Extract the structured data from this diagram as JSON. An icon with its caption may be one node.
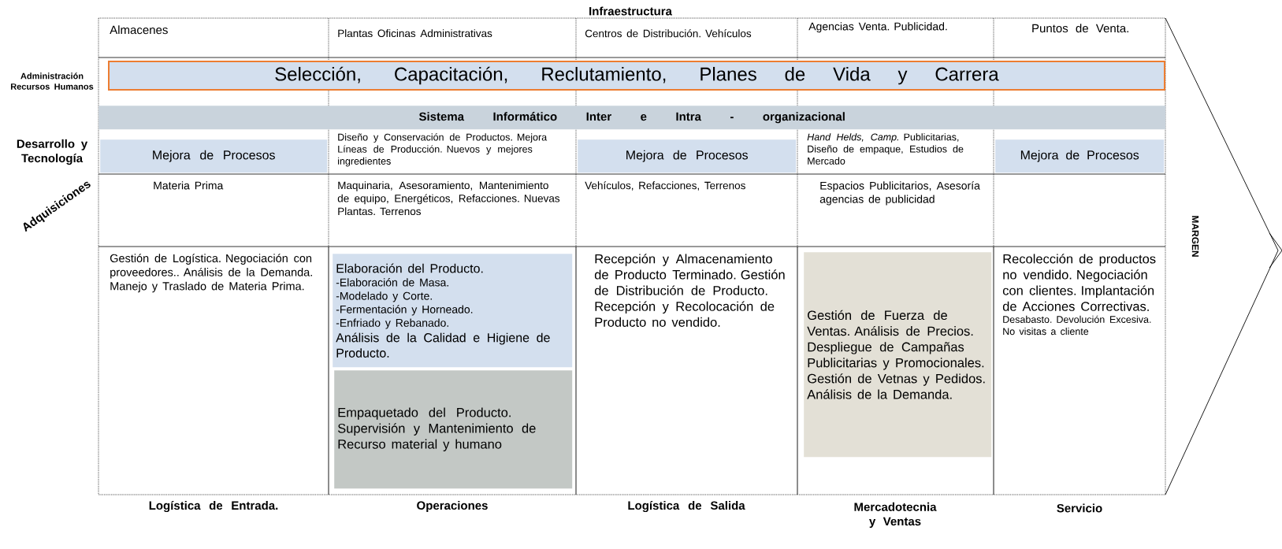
{
  "diagram": {
    "nodes": [
      {
        "text": [
          "Almacenes"
        ]
      },
      {
        "text": [
          "Plantas Oficinas Administrativas"
        ]
      },
      {
        "text": [
          "Centros de Distribución. Vehículos"
        ]
      },
      {
        "text": [
          "Agencias Venta. Publicidad."
        ]
      },
      {
        "text": [
          "Puntos de Venta."
        ]
      },
      {
        "text": [
          "Selección, Capacitación, Reclutamiento, Planes de Vida y Carrera"
        ]
      },
      {
        "text": [
          "Sistema Informático Inter e Intra - organizacional"
        ]
      },
      {
        "text": [
          "Mejora de Procesos"
        ]
      },
      {
        "text": [
          "Diseño y Conservación de Productos. Mejora Líneas de Producción. Nuevos y mejores ingredientes"
        ]
      },
      {
        "text": [
          "Mejora de Procesos"
        ]
      },
      {
        "text": [
          "*Hand Helds, Camp.* Publicitarias, Diseño de empaque, Estudios de Mercado"
        ]
      },
      {
        "text": [
          "Mejora de Procesos"
        ]
      },
      {
        "text": [
          "Materia Prima"
        ]
      },
      {
        "text": [
          "Maquinaria, Asesoramiento, Mantenimiento de equipo, Energéticos, Refacciones. Nuevas Plantas. Terrenos"
        ]
      },
      {
        "text": [
          "Vehículos, Refacciones, Terrenos"
        ]
      },
      {
        "text": [
          "Espacios Publicitarios, Asesoría agencias de publicidad"
        ]
      },
      {
        "text": [
          "Gestión de Logística. Negociación con proveedores.. Análisis de la Demanda. Manejo y Traslado de Materia Prima."
        ]
      },
      {
        "text": [
          "Elaboración del Producto.",
          "-Elaboración de Masa.",
          "-Modelado y Corte.",
          "-Fermentación y Horneado.",
          "-Enfriado y Rebanado.",
          "Análisis de la Calidad e Higiene de Producto."
        ]
      },
      {
        "text": [
          "Empaquetado del Producto. Supervisión y Mantenimiento de Recurso material y humano"
        ]
      },
      {
        "text": [
          "Recepción y Almacenamiento de Producto Terminado. Gestión de Distribución de Producto. Recepción y Recolocación de Producto no vendido."
        ]
      },
      {
        "text": [
          "Gestión de Fuerza de Ventas. Análisis de Precios. Despliegue de Campañas Publicitarias y Promocionales. Gestión de Vetnas y Pedidos. Análisis de la Demanda."
        ]
      },
      {
        "text": [
          "Recolección de productos no vendido. Negociación con clientes. Implantación de Acciones Correctivas.",
          "Desabasto. Devolución Excesiva. No visitas a cliente"
        ]
      }
    ],
    "labels": [
      "Infraestructura",
      "Administración Recursos Humanos",
      "Desarrollo y Tecnología",
      "Adquisiciones",
      "Logística de Entrada.",
      "Operaciones",
      "Logística de Salida",
      "Mercadotecnia y Ventas",
      "Servicio",
      "MARGEN"
    ]
  }
}
